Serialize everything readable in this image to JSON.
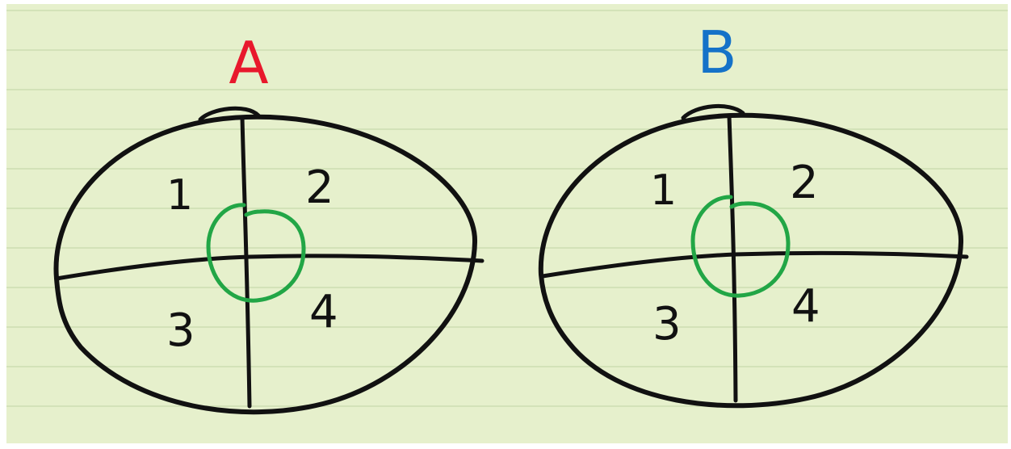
{
  "colors": {
    "paper": "#e6f0cc",
    "rule_lines": "#d3e2b8",
    "ink": "#111111",
    "label_a": "#e8182c",
    "label_b": "#1572c8",
    "circle": "#22a646"
  },
  "panels": [
    {
      "title": "A",
      "quadrants": [
        "1",
        "2",
        "3",
        "4"
      ]
    },
    {
      "title": "B",
      "quadrants": [
        "1",
        "2",
        "3",
        "4"
      ]
    }
  ]
}
